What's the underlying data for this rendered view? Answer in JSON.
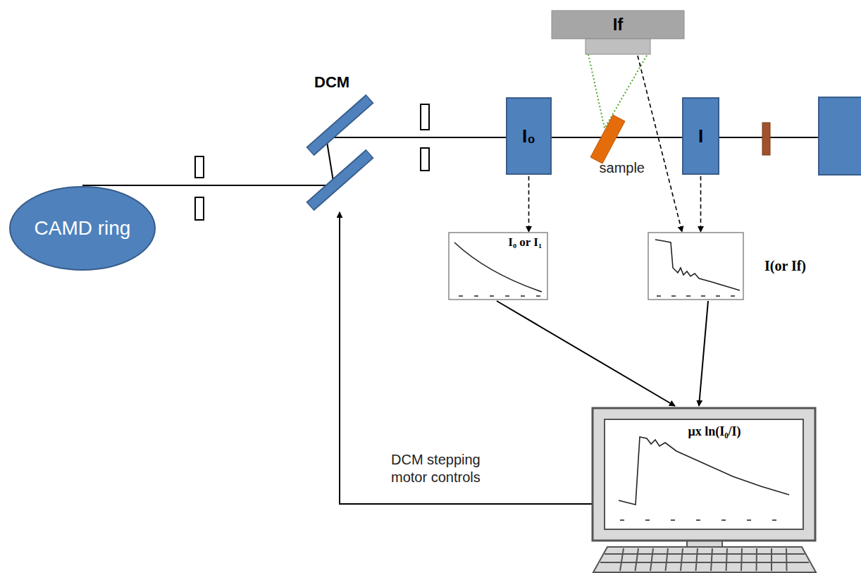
{
  "diagram": {
    "nodes": [
      {
        "text": [
          "CAMD ring"
        ]
      },
      {
        "text": [
          "DCM"
        ]
      },
      {
        "text": [
          "If"
        ]
      },
      {
        "text": [
          "I₀"
        ]
      },
      {
        "text": [
          "sample"
        ]
      },
      {
        "text": [
          "I"
        ]
      },
      {
        "text": [
          "I₀ or I₁"
        ]
      },
      {
        "text": [
          "I(or If)"
        ]
      },
      {
        "text": [
          "μx ln(I₀/I)"
        ]
      }
    ],
    "edges": [
      {
        "from": 0,
        "to": 1,
        "arrow": "none"
      },
      {
        "from": 1,
        "to": 3,
        "arrow": "none"
      },
      {
        "from": 3,
        "to": 4,
        "arrow": "none"
      },
      {
        "from": 4,
        "to": 5,
        "arrow": "none"
      },
      {
        "from": 2,
        "to": 4,
        "arrow": "none"
      },
      {
        "from": 3,
        "to": 6,
        "arrow": "to"
      },
      {
        "from": 5,
        "to": 7,
        "arrow": "to"
      },
      {
        "from": 2,
        "to": 7,
        "arrow": "to"
      },
      {
        "from": 6,
        "to": 8,
        "arrow": "to"
      },
      {
        "from": 7,
        "to": 8,
        "arrow": "to"
      },
      {
        "from": 8,
        "to": 1,
        "label": "DCM stepping motor controls",
        "arrow": "to"
      }
    ]
  }
}
